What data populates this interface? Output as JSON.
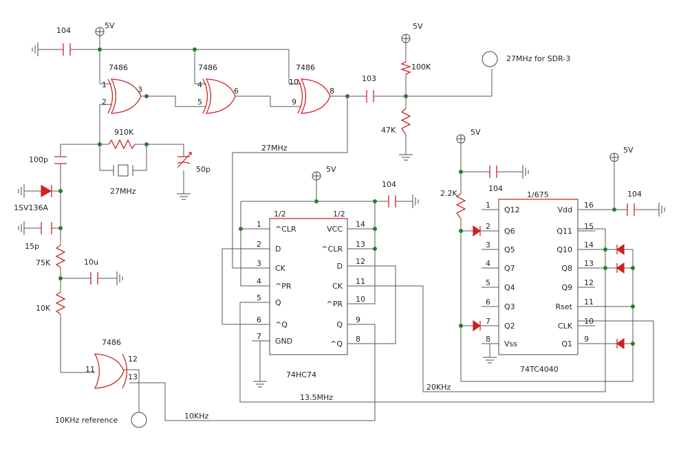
{
  "supplies": {
    "vcc_top": "5V",
    "vcc_divider": "5V",
    "vcc_74": "5V",
    "vcc_4040_left": "5V",
    "vcc_4040_right": "5V"
  },
  "gates": {
    "gate1": "7486",
    "gate2": "7486",
    "gate3": "7486",
    "gate4": "7486"
  },
  "pins": {
    "g1_in1": "1",
    "g1_in2": "2",
    "g1_out": "3",
    "g2_in1": "4",
    "g2_in2": "5",
    "g2_out": "6",
    "g3_in1": "10",
    "g3_in2": "9",
    "g3_out": "8",
    "g4_in1": "11",
    "g4_in2": "12",
    "g4_in3": "13"
  },
  "components": {
    "cap_104_top": "104",
    "res_910k": "910K",
    "xtal": "27MHz",
    "trim_cap": "50p",
    "cap_100p": "100p",
    "varactor": "1SV136A",
    "cap_15p": "15p",
    "res_75k": "75K",
    "cap_10u": "10u",
    "res_10k": "10K",
    "cap_103": "103",
    "res_100k": "100K",
    "res_47k": "47K",
    "output_label": "27MHz for SDR-3",
    "cap_104_74": "104",
    "res_2k2": "2.2K",
    "cap_104_4040a": "104",
    "cap_104_4040b": "104",
    "ref_label": "10KHz reference"
  },
  "nets": {
    "n27": "27MHz",
    "n13": "13.5MHz",
    "n20k": "20KHz",
    "n10k": "10KHz"
  },
  "ic74": {
    "name": "74HC74",
    "half_left": "1/2",
    "half_right": "1/2",
    "left_pins": [
      {
        "num": "1",
        "name": "^CLR"
      },
      {
        "num": "2",
        "name": "D"
      },
      {
        "num": "3",
        "name": "CK"
      },
      {
        "num": "4",
        "name": "^PR"
      },
      {
        "num": "5",
        "name": "Q"
      },
      {
        "num": "6",
        "name": "^Q"
      },
      {
        "num": "7",
        "name": "GND"
      }
    ],
    "right_pins": [
      {
        "num": "14",
        "name": "VCC"
      },
      {
        "num": "13",
        "name": "^CLR"
      },
      {
        "num": "12",
        "name": "D"
      },
      {
        "num": "11",
        "name": "CK"
      },
      {
        "num": "10",
        "name": "^PR"
      },
      {
        "num": "9",
        "name": "Q"
      },
      {
        "num": "8",
        "name": "^Q"
      }
    ]
  },
  "ic4040": {
    "name": "74TC4040",
    "top_label": "1/675",
    "left_pins": [
      {
        "num": "1",
        "name": "Q12"
      },
      {
        "num": "2",
        "name": "Q6"
      },
      {
        "num": "3",
        "name": "Q5"
      },
      {
        "num": "4",
        "name": "Q7"
      },
      {
        "num": "5",
        "name": "Q4"
      },
      {
        "num": "6",
        "name": "Q3"
      },
      {
        "num": "7",
        "name": "Q2"
      },
      {
        "num": "8",
        "name": "Vss"
      }
    ],
    "right_pins": [
      {
        "num": "16",
        "name": "Vdd"
      },
      {
        "num": "15",
        "name": "Q11"
      },
      {
        "num": "14",
        "name": "Q10"
      },
      {
        "num": "13",
        "name": "Q8"
      },
      {
        "num": "12",
        "name": "Q9"
      },
      {
        "num": "11",
        "name": "Rset"
      },
      {
        "num": "10",
        "name": "CLK"
      },
      {
        "num": "9",
        "name": "Q1"
      }
    ]
  }
}
